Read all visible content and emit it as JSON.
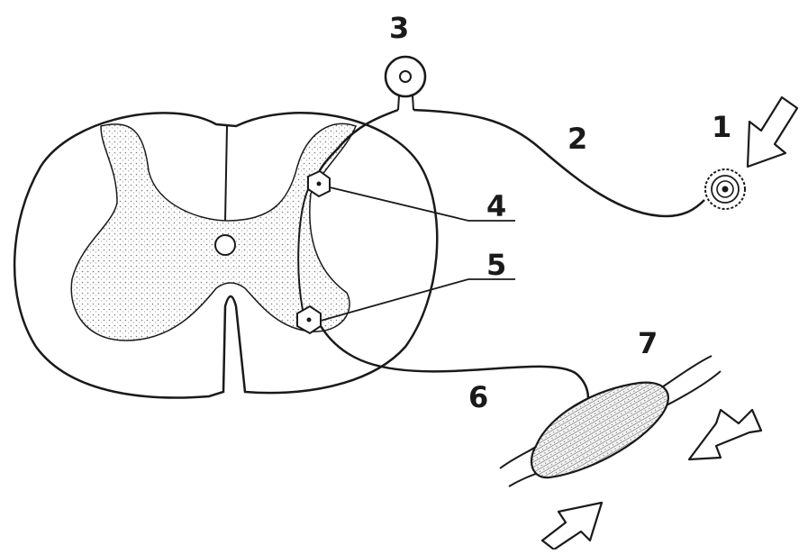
{
  "diagram": {
    "labels": {
      "l1": "1",
      "l2": "2",
      "l3": "3",
      "l4": "4",
      "l5": "5",
      "l6": "6",
      "l7": "7"
    },
    "colors": {
      "ink": "#1a1a1a",
      "stipple": "#c9c9c9",
      "paper": "#ffffff"
    }
  }
}
